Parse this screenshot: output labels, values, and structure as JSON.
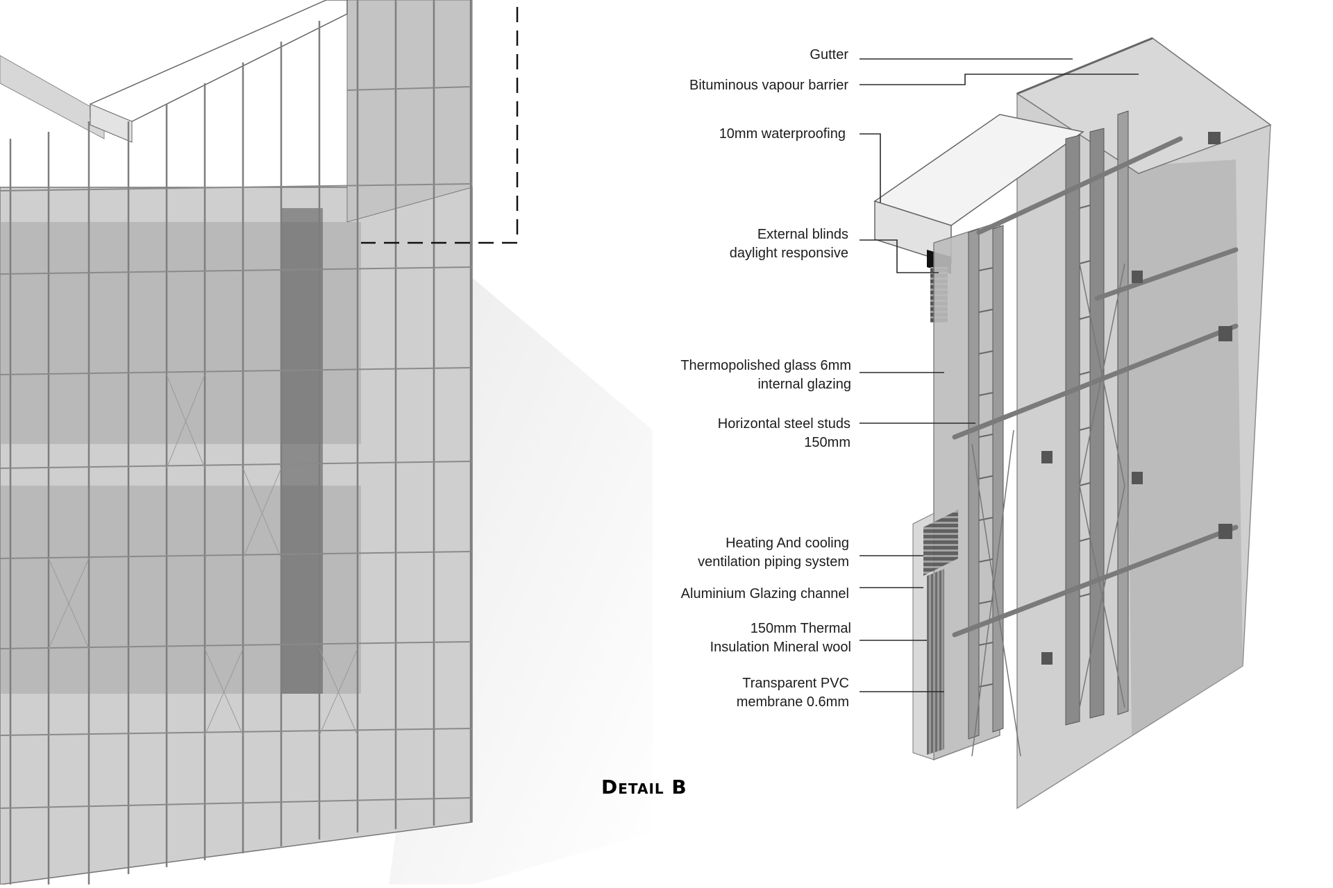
{
  "diagram": {
    "title": "Detail B",
    "callouts": [
      {
        "id": "gutter",
        "lines": [
          "Gutter"
        ]
      },
      {
        "id": "vapour-barrier",
        "lines": [
          "Bituminous vapour barrier"
        ]
      },
      {
        "id": "waterproofing",
        "lines": [
          "10mm waterproofing"
        ]
      },
      {
        "id": "external-blinds",
        "lines": [
          "External blinds",
          "daylight responsive"
        ]
      },
      {
        "id": "glass",
        "lines": [
          "Thermopolished glass 6mm",
          "internal glazing"
        ]
      },
      {
        "id": "steel-studs",
        "lines": [
          "Horizontal steel studs",
          "150mm"
        ]
      },
      {
        "id": "piping",
        "lines": [
          "Heating And cooling",
          "ventilation piping system"
        ]
      },
      {
        "id": "glazing-channel",
        "lines": [
          "Aluminium Glazing channel"
        ]
      },
      {
        "id": "insulation",
        "lines": [
          "150mm Thermal",
          "Insulation Mineral wool"
        ]
      },
      {
        "id": "pvc-membrane",
        "lines": [
          "Transparent PVC",
          "membrane 0.6mm"
        ]
      }
    ],
    "colors": {
      "text": "#1c1c1c",
      "line": "#2a2a2a",
      "glass": "#c9c9c9",
      "frame": "#8a8a8a",
      "dark": "#3a3a3a"
    }
  }
}
